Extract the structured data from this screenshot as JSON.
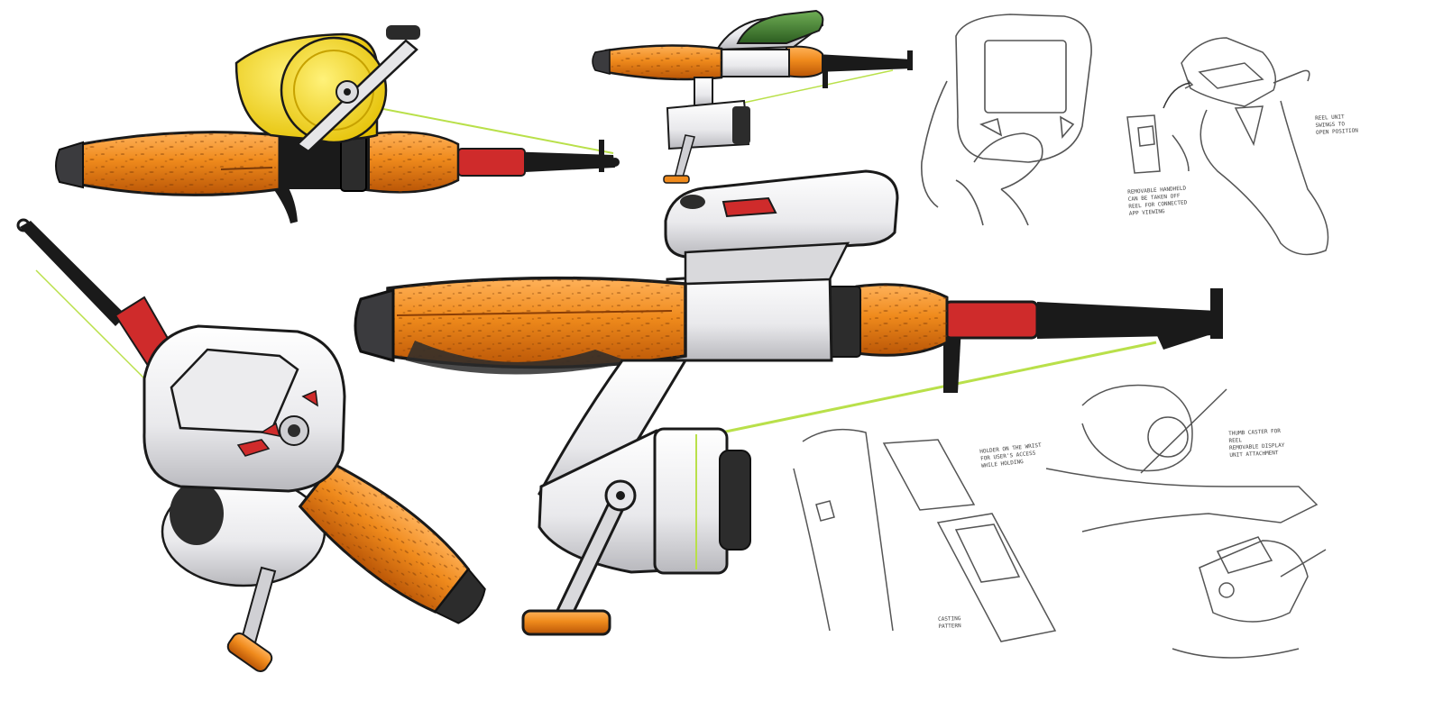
{
  "sheet": {
    "background": "#ffffff",
    "palette": {
      "cork": "#ef8a1c",
      "cork_dark": "#c45f08",
      "cork_speck": "#7a3a08",
      "reel_yellow": "#f4dc1a",
      "housing_grey": "#d9d9dc",
      "housing_white": "#f4f4f6",
      "accent_red": "#cf2b2b",
      "cap_green": "#3d7a2c",
      "line_green": "#b9e04a",
      "ink": "#1a1a1a",
      "pencil": "#555555"
    },
    "concepts": [
      {
        "id": "baitcaster-yellow-reel",
        "rendering": "marker",
        "icon": "fishing-rod-icon"
      },
      {
        "id": "spincaster-green-cap",
        "rendering": "marker",
        "icon": "fishing-rod-icon"
      },
      {
        "id": "display-reel-angled",
        "rendering": "marker",
        "icon": "fishing-rod-icon"
      },
      {
        "id": "display-reel-side-hero",
        "rendering": "marker",
        "icon": "fishing-rod-icon"
      },
      {
        "id": "handheld-display-thumb",
        "rendering": "pencil",
        "icon": "hand-icon"
      },
      {
        "id": "removable-display-unit",
        "rendering": "pencil",
        "icon": "display-unit-icon"
      },
      {
        "id": "strap-and-reel-details",
        "rendering": "pencil",
        "icon": "reel-icon"
      }
    ],
    "annotations": {
      "note_top_right_a": "REMOVABLE HANDHELD\nCAN BE TAKEN OFF\nREEL FOR CONNECTED\nAPP VIEWING",
      "note_top_right_b": "REEL UNIT\nSWINGS TO\nOPEN POSITION",
      "note_bottom_mid": "HOLDER ON THE WRIST\nFOR USER'S ACCESS\nWHILE HOLDING",
      "note_bottom_right": "THUMB CASTER FOR\nREEL\nREMOVABLE DISPLAY\nUNIT ATTACHMENT",
      "note_bottom_small": "CASTING\nPATTERN"
    }
  }
}
